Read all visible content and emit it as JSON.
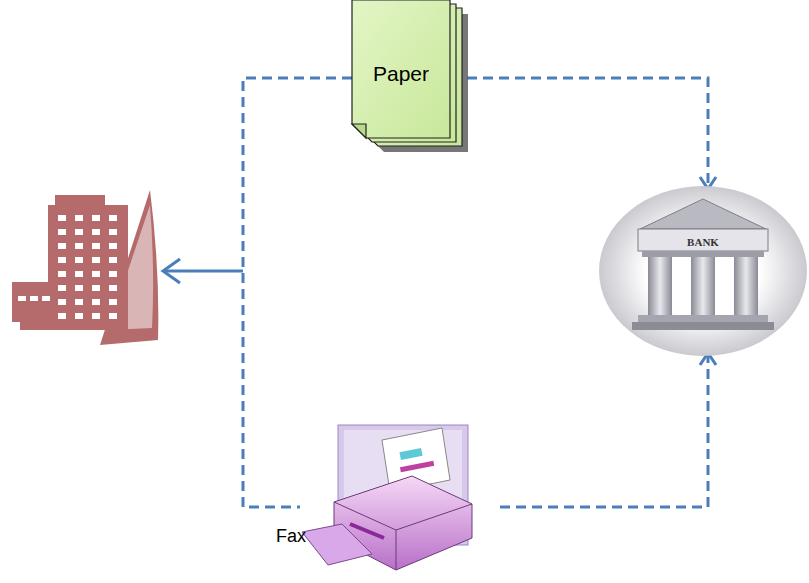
{
  "diagram": {
    "nodes": [
      {
        "text": [
          "Paper"
        ]
      },
      {
        "text": [
          "BANK"
        ]
      },
      {
        "text": [
          "Fax"
        ]
      }
    ],
    "edges": [
      {
        "from": 0,
        "to": 1,
        "arrow": "to"
      },
      {
        "from": 2,
        "to": 1,
        "arrow": "to"
      }
    ]
  }
}
